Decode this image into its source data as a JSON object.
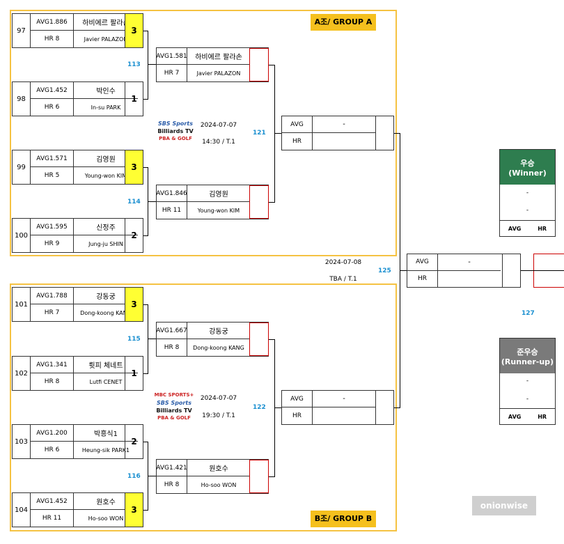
{
  "groups": {
    "a": {
      "label": "A조/ GROUP A"
    },
    "b": {
      "label": "B조/ GROUP B"
    }
  },
  "round1": [
    {
      "id": "97",
      "avg": "AVG1.886",
      "hr": "HR 8",
      "name_ko": "하비에르 팔라손",
      "name_en": "Javier PALAZON",
      "score": "3",
      "winner": true
    },
    {
      "id": "98",
      "avg": "AVG1.452",
      "hr": "HR 6",
      "name_ko": "박인수",
      "name_en": "In-su PARK",
      "score": "1",
      "winner": false
    },
    {
      "id": "99",
      "avg": "AVG1.571",
      "hr": "HR 5",
      "name_ko": "김영원",
      "name_en": "Young-won KIM",
      "score": "3",
      "winner": true
    },
    {
      "id": "100",
      "avg": "AVG1.595",
      "hr": "HR 9",
      "name_ko": "신정주",
      "name_en": "Jung-ju SHIN",
      "score": "2",
      "winner": false
    },
    {
      "id": "101",
      "avg": "AVG1.788",
      "hr": "HR 7",
      "name_ko": "강동궁",
      "name_en": "Dong-koong KANG",
      "score": "3",
      "winner": true
    },
    {
      "id": "102",
      "avg": "AVG1.341",
      "hr": "HR 8",
      "name_ko": "륏피 체네트",
      "name_en": "Lutfi CENET",
      "score": "1",
      "winner": false
    },
    {
      "id": "103",
      "avg": "AVG1.200",
      "hr": "HR 6",
      "name_ko": "박흥식1",
      "name_en": "Heung-sik PARK1",
      "score": "2",
      "winner": false
    },
    {
      "id": "104",
      "avg": "AVG1.452",
      "hr": "HR 11",
      "name_ko": "원호수",
      "name_en": "Ho-soo WON",
      "score": "3",
      "winner": true
    }
  ],
  "round2": [
    {
      "match": "113",
      "avg": "AVG1.581",
      "hr": "HR 7",
      "name_ko": "하비에르 팔라손",
      "name_en": "Javier PALAZON"
    },
    {
      "match": "114",
      "avg": "AVG1.846",
      "hr": "HR 11",
      "name_ko": "김영원",
      "name_en": "Young-won KIM"
    },
    {
      "match": "115",
      "avg": "AVG1.667",
      "hr": "HR 8",
      "name_ko": "강동궁",
      "name_en": "Dong-koong KANG"
    },
    {
      "match": "116",
      "avg": "AVG1.421",
      "hr": "HR 8",
      "name_ko": "원호수",
      "name_en": "Ho-soo WON"
    }
  ],
  "round3": [
    {
      "match": "121",
      "avg": "AVG",
      "hr": "HR",
      "name": "-"
    },
    {
      "match": "122",
      "avg": "AVG",
      "hr": "HR",
      "name": "-"
    }
  ],
  "final": {
    "match": "125",
    "avg": "AVG",
    "hr": "HR",
    "name": "-",
    "date": "2024-07-08",
    "venue": "TBA / T.1"
  },
  "third_match": "127",
  "sessions": [
    {
      "date": "2024-07-07",
      "time": "14:30 / T.1",
      "logos": [
        "SBS Sports",
        "Billiards TV",
        "PBA & GOLF"
      ]
    },
    {
      "date": "2024-07-07",
      "time": "19:30 / T.1",
      "logos": [
        "MBC SPORTS+",
        "SBS Sports",
        "Billiards TV",
        "PBA & GOLF"
      ]
    }
  ],
  "winner_box": {
    "title_ko": "우승",
    "title_en": "(Winner)",
    "row1": "-",
    "row2": "-",
    "avg": "AVG",
    "hr": "HR",
    "color": "#2e7d4f"
  },
  "runnerup_box": {
    "title_ko": "준우승",
    "title_en": "(Runner-up)",
    "row1": "-",
    "row2": "-",
    "avg": "AVG",
    "hr": "HR",
    "color": "#7a7a7a"
  },
  "watermark": "onionwise"
}
